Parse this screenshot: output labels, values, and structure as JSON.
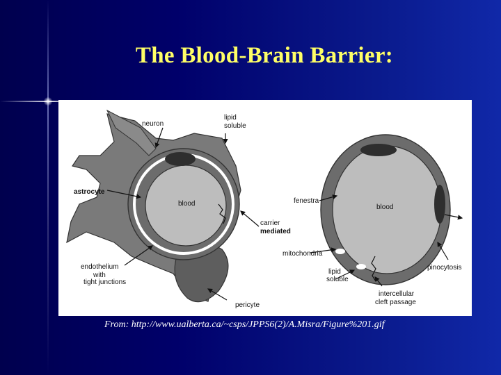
{
  "slide": {
    "title": "The Blood-Brain Barrier:",
    "caption": "From:  http://www.ualberta.ca/~csps/JPPS6(2)/A.Misra/Figure%201.gif"
  },
  "diagram": {
    "left_labels": {
      "neuron": "neuron",
      "lipid_soluble_1": "lipid",
      "lipid_soluble_2": "soluble",
      "astrocyte": "astrocyte",
      "blood": "blood",
      "carrier_1": "carrier",
      "carrier_2": "mediated",
      "endothelium": "endothelium",
      "with": "with",
      "tight_junctions": "tight junctions",
      "pericyte": "pericyte"
    },
    "right_labels": {
      "fenestra": "fenestra",
      "blood": "blood",
      "mitochondria": "mitochondria",
      "lipid_soluble_1": "lipid",
      "lipid_soluble_2": "soluble",
      "pinocytosis": "pinocytosis",
      "intercellular_1": "intercellular",
      "intercellular_2": "cleft passage"
    }
  },
  "colors": {
    "background": "#000066",
    "title": "#ffff66",
    "caption": "#ffffff",
    "tissue_dark": "#6f6f6f",
    "tissue_light": "#bdbdbd"
  }
}
